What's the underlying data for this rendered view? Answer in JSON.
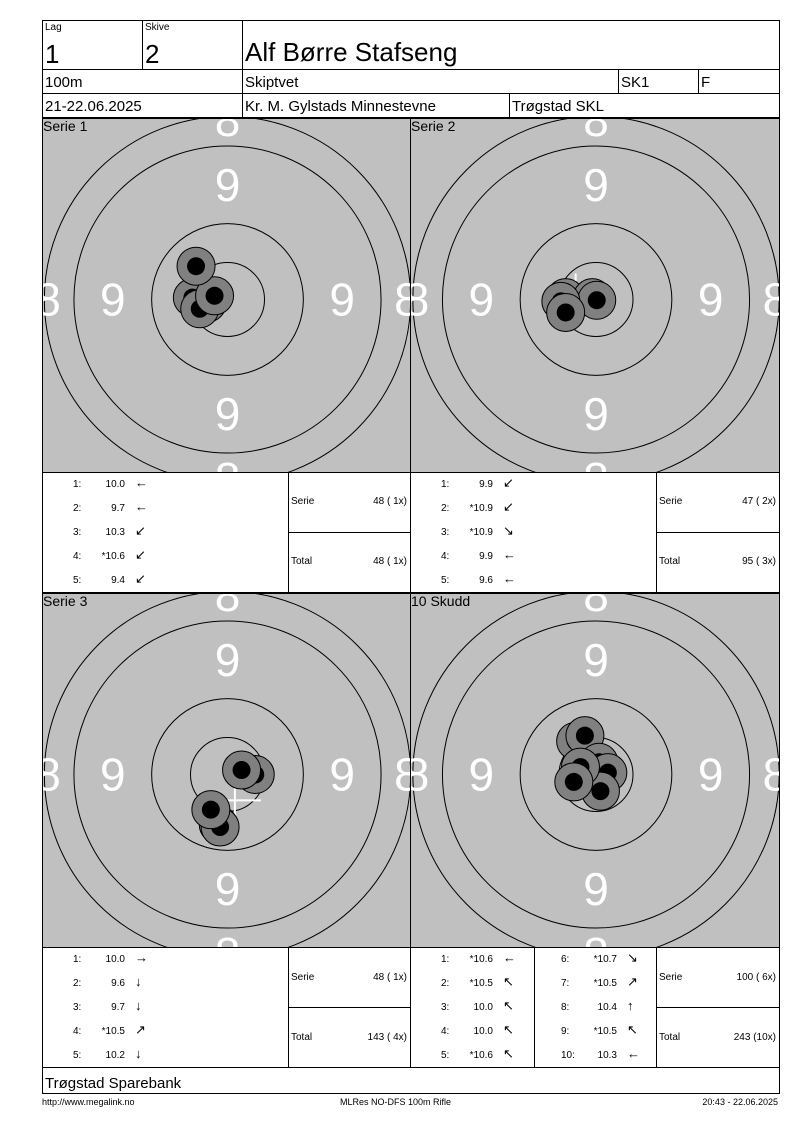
{
  "header": {
    "lag_label": "Lag",
    "lag_value": "1",
    "skive_label": "Skive",
    "skive_value": "2",
    "shooter_name": "Alf Børre Stafseng",
    "distance": "100m",
    "club": "Skiptvet",
    "class": "SK1",
    "group": "F",
    "date": "21-22.06.2025",
    "event": "Kr. M. Gylstads Minnestevne",
    "organizer": "Trøgstad SKL"
  },
  "ring_label": "9",
  "ring_label_outer": "8",
  "series": [
    {
      "title": "Serie 1",
      "shots": [
        {
          "n": "1:",
          "score": "10.0",
          "arrow": "←",
          "x": -0.55,
          "y": -0.1
        },
        {
          "n": "2:",
          "score": "9.7",
          "arrow": "←",
          "x": -0.95,
          "y": 0.05
        },
        {
          "n": "3:",
          "score": "10.3",
          "arrow": "↙",
          "x": -0.75,
          "y": -0.25
        },
        {
          "n": "4:",
          "score": "*10.6",
          "arrow": "↙",
          "x": -0.35,
          "y": 0.1
        },
        {
          "n": "5:",
          "score": "9.4",
          "arrow": "↙",
          "x": -0.85,
          "y": 0.9
        }
      ],
      "center": {
        "x": -0.65,
        "y": 0.3
      },
      "serie_label": "Serie",
      "serie_value": "48 ( 1x)",
      "total_label": "Total",
      "total_value": "48 ( 1x)"
    },
    {
      "title": "Serie 2",
      "shots": [
        {
          "n": "1:",
          "score": "9.9",
          "arrow": "↙",
          "x": -0.82,
          "y": 0.05
        },
        {
          "n": "2:",
          "score": "*10.9",
          "arrow": "↙",
          "x": -0.1,
          "y": 0.05
        },
        {
          "n": "3:",
          "score": "*10.9",
          "arrow": "↘",
          "x": 0.02,
          "y": -0.02
        },
        {
          "n": "4:",
          "score": "9.9",
          "arrow": "←",
          "x": -0.95,
          "y": -0.05
        },
        {
          "n": "5:",
          "score": "9.6",
          "arrow": "←",
          "x": -0.82,
          "y": -0.35
        }
      ],
      "center": {
        "x": -0.55,
        "y": 0.0
      },
      "serie_label": "Serie",
      "serie_value": "47 ( 2x)",
      "total_label": "Total",
      "total_value": "95 ( 3x)"
    },
    {
      "title": "Serie 3",
      "shots": [
        {
          "n": "1:",
          "score": "10.0",
          "arrow": "→",
          "x": 0.75,
          "y": 0.0
        },
        {
          "n": "2:",
          "score": "9.6",
          "arrow": "↓",
          "x": -0.25,
          "y": -1.35
        },
        {
          "n": "3:",
          "score": "9.7",
          "arrow": "↓",
          "x": -0.2,
          "y": -1.42
        },
        {
          "n": "4:",
          "score": "*10.5",
          "arrow": "↗",
          "x": 0.38,
          "y": 0.12
        },
        {
          "n": "5:",
          "score": "10.2",
          "arrow": "↓",
          "x": -0.45,
          "y": -0.95
        }
      ],
      "center": {
        "x": 0.2,
        "y": -0.7
      },
      "serie_label": "Serie",
      "serie_value": "48 ( 1x)",
      "total_label": "Total",
      "total_value": "143 ( 4x)"
    },
    {
      "title": "10 Skudd",
      "shots": [
        {
          "n": "1:",
          "score": "*10.6",
          "arrow": "←",
          "x": -0.28,
          "y": 0.0
        },
        {
          "n": "2:",
          "score": "*10.5",
          "arrow": "↖",
          "x": -0.32,
          "y": 0.35
        },
        {
          "n": "3:",
          "score": "10.0",
          "arrow": "↖",
          "x": -0.55,
          "y": 0.9
        },
        {
          "n": "4:",
          "score": "10.0",
          "arrow": "↖",
          "x": -0.3,
          "y": 1.05
        },
        {
          "n": "5:",
          "score": "*10.6",
          "arrow": "↖",
          "x": -0.35,
          "y": -0.1
        },
        {
          "n": "6:",
          "score": "*10.7",
          "arrow": "↘",
          "x": 0.08,
          "y": 0.33
        },
        {
          "n": "7:",
          "score": "*10.5",
          "arrow": "↗",
          "x": 0.32,
          "y": 0.05
        },
        {
          "n": "8:",
          "score": "10.4",
          "arrow": "↑",
          "x": 0.12,
          "y": -0.45
        },
        {
          "n": "9:",
          "score": "*10.5",
          "arrow": "↖",
          "x": -0.42,
          "y": 0.2
        },
        {
          "n": "10:",
          "score": "10.3",
          "arrow": "←",
          "x": -0.6,
          "y": -0.2
        }
      ],
      "center": {
        "x": -0.2,
        "y": 0.35
      },
      "serie_label": "Serie",
      "serie_value": "100 ( 6x)",
      "total_label": "Total",
      "total_value": "243 (10x)"
    }
  ],
  "sponsor": "Trøgstad Sparebank",
  "footer": {
    "url": "http://www.megalink.no",
    "software": "MLRes NO-DFS 100m Rifle",
    "timestamp": "20:43 - 22.06.2025"
  },
  "colors": {
    "target_bg": "#c0c0c0",
    "shot_ring": "#808080",
    "shot_core": "#000000",
    "center_cross": "#ffffff"
  }
}
